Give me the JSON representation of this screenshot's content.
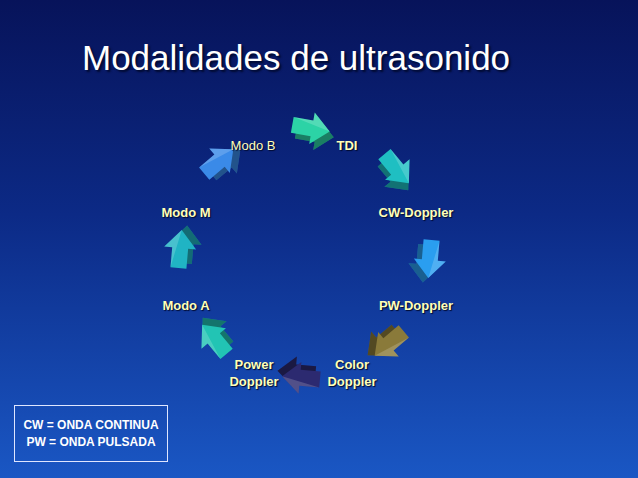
{
  "diagram": {
    "title": "Modalidades de ultrasonido",
    "nodes": [
      {
        "text": [
          "CW = ONDA CONTINUA",
          "PW = ONDA PULSADA"
        ]
      }
    ],
    "labels": [
      "Modo B",
      "TDI",
      "Modo M",
      "CW-Doppler",
      "Modo A",
      "PW-Doppler",
      "Power Doppler",
      "Color Doppler"
    ]
  }
}
